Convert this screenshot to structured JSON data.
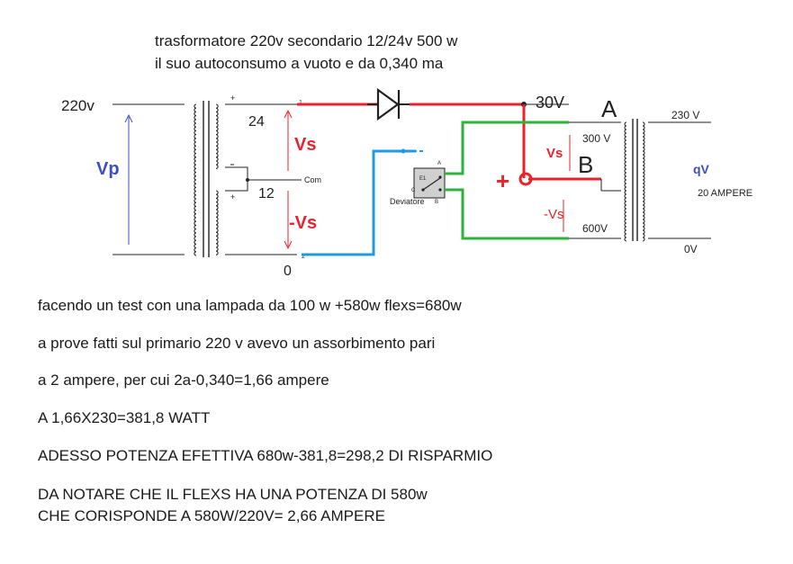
{
  "header": {
    "line1": "trasformatore 220v secondario  12/24v 500 w",
    "line2": "il suo autoconsumo a vuoto e da 0,340 ma"
  },
  "diagram": {
    "primary_voltage": "220v",
    "primary_label": "Vp",
    "tap_24": "24",
    "tap_12": "12",
    "tap_0": "0",
    "com_label": "Com",
    "vs_label": "Vs",
    "neg_vs_label": "-Vs",
    "plus_mark": "+",
    "pin_1": "1",
    "pin_2": "2",
    "output_30v": "30V",
    "node_a": "A",
    "node_b": "B",
    "vs_right": "Vs",
    "neg_vs_right": "-Vs",
    "tap_300v": "300 V",
    "tap_600v": "600V",
    "big_plus": "+",
    "deviatore_label": "Deviatore",
    "sw_a": "A",
    "sw_b": "B",
    "sw_c": "C",
    "sw_e1": "E1",
    "out_230v": "230 V",
    "out_qv": "qV",
    "out_20a": "20 AMPERE",
    "out_0v": "0V"
  },
  "body": {
    "p1": "facendo un test con una lampada da 100 w +580w flexs=680w",
    "p2": "a prove fatti sul primario 220 v avevo un assorbimento pari",
    "p3": " a 2 ampere, per cui 2a-0,340=1,66 ampere",
    "p4": "A 1,66X230=381,8 WATT",
    "p5": "ADESSO POTENZA EFETTIVA 680w-381,8=298,2 DI RISPARMIO",
    "p6": "DA NOTARE CHE IL FLEXS HA UNA POTENZA DI 580w",
    "p7": "CHE CORISPONDE A 580W/220V= 2,66 AMPERE"
  },
  "colors": {
    "wire_black": "#222222",
    "wire_red": "#e8232b",
    "wire_blue": "#1e9be0",
    "wire_green": "#2bb33a",
    "label_blue": "#3b4ec7",
    "label_red": "#e8232b"
  }
}
